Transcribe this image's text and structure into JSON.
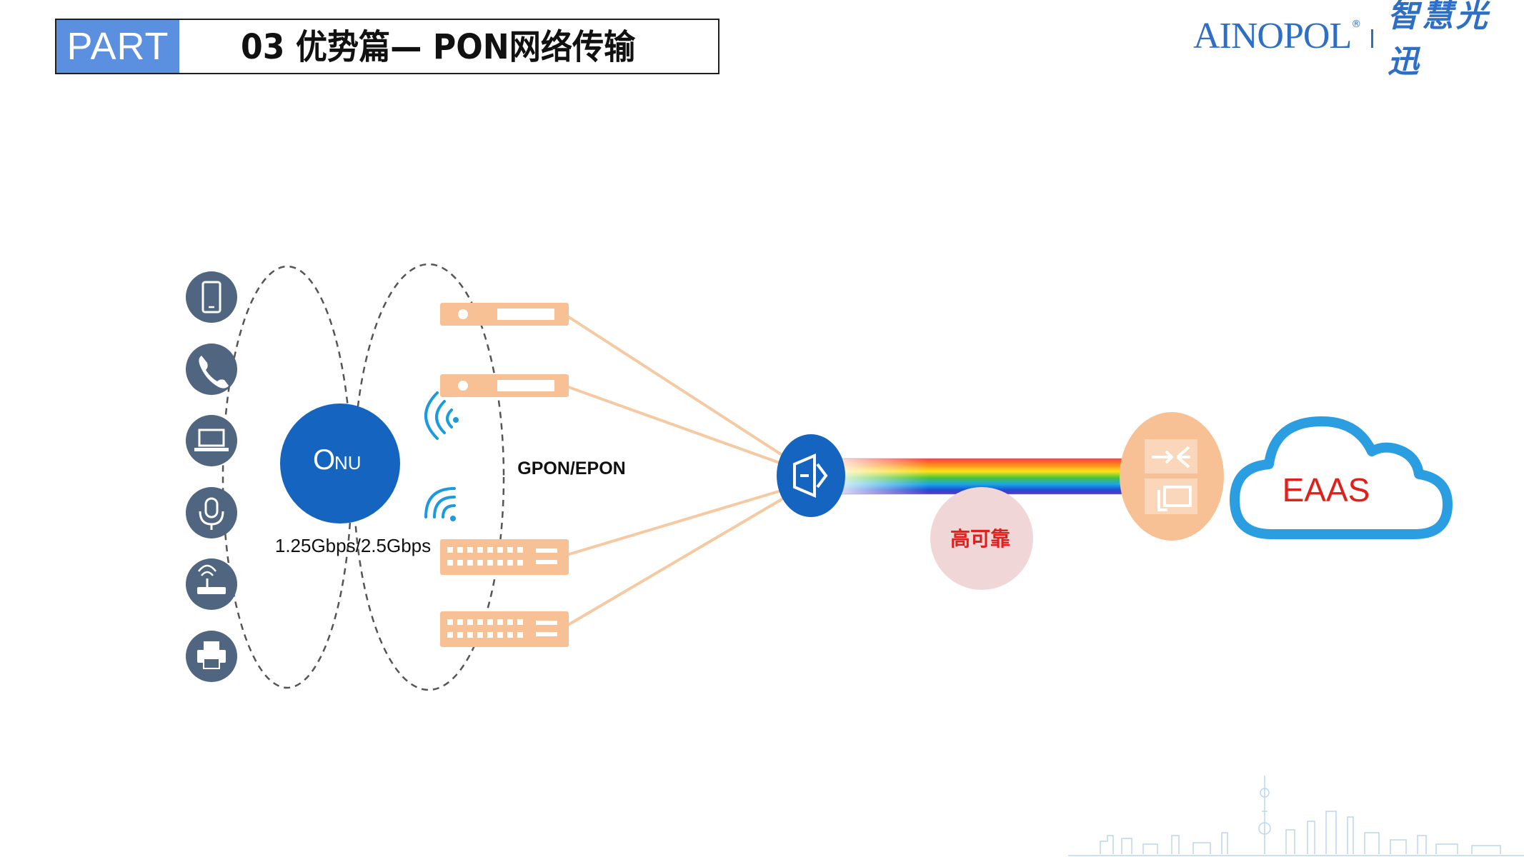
{
  "header": {
    "part_label": "PART",
    "title": "03 优势篇— PON网络传输"
  },
  "logo": {
    "brand": "AINOPOL",
    "registered": "®",
    "chinese": "智慧光迅"
  },
  "diagram": {
    "onu_label_big": "O",
    "onu_label_small": "NU",
    "speed_label": "1.25Gbps/2.5Gbps",
    "pon_label": "GPON/EPON",
    "reliability_label": "高可靠",
    "cloud_label": "EAAS",
    "terminal_icons": [
      "phone-icon",
      "telephone-icon",
      "laptop-icon",
      "microphone-icon",
      "router-icon",
      "printer-icon"
    ],
    "colors": {
      "icon_circle": "#4f6580",
      "onu_circle": "#1565c0",
      "device_orange": "#f7c195",
      "splitter_blue": "#1565c0",
      "cloud_blue": "#2a9ee0",
      "cloud_text": "#e0201b",
      "reliability_text": "#e0201b",
      "reliability_bg": "#f1d6d8"
    }
  }
}
